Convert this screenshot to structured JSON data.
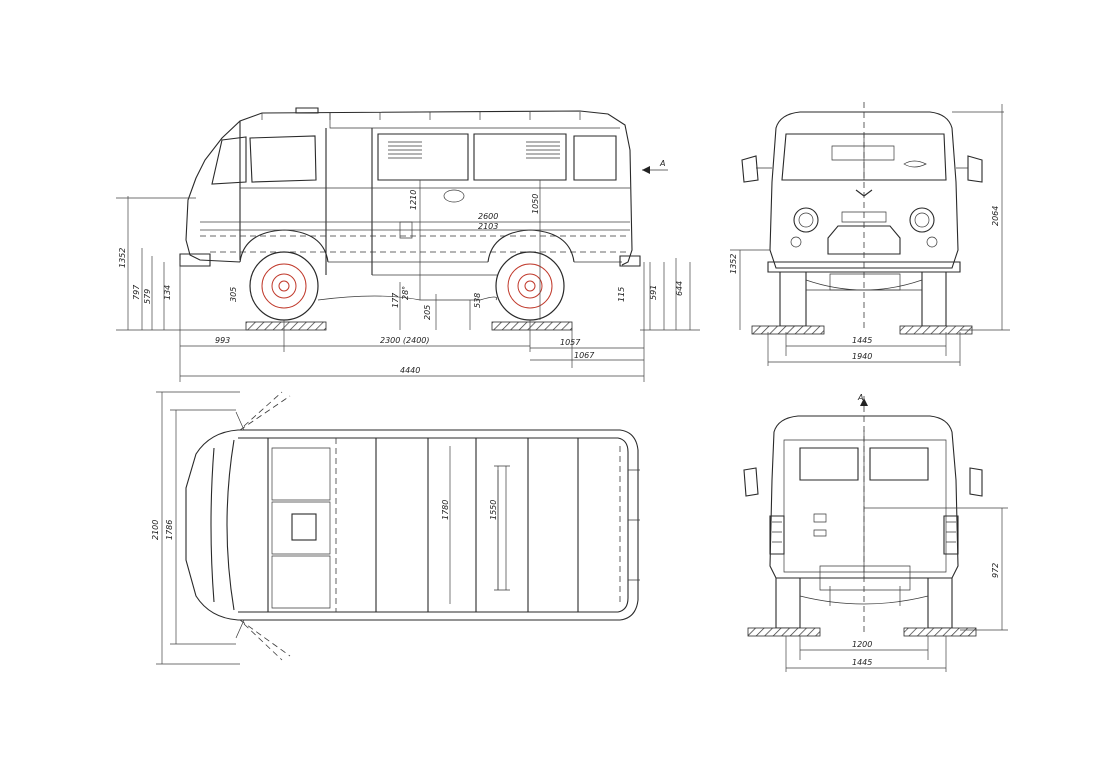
{
  "side_view": {
    "dim_wheelbase": "2300 (2400)",
    "dim_overall_length": "4440",
    "dim_front_overhang": "993",
    "dim_rear_track": "1057",
    "dim_rear_overhang": "1067",
    "dim_body_length": "2600",
    "dim_cab_len": "2103",
    "dim_height_1": "1352",
    "dim_h_a": "797",
    "dim_h_b": "579",
    "dim_h_c": "134",
    "dim_h_d": "305",
    "dim_h_e": "177",
    "dim_h_f": "205",
    "dim_h_g": "538",
    "dim_h_h": "591",
    "dim_h_i": "644",
    "dim_h_j": "115",
    "dim_mid_1": "1210",
    "dim_mid_2": "1050",
    "dim_ang": "28°",
    "arrow_label": "A"
  },
  "front_view": {
    "dim_height": "2064",
    "dim_track": "1445",
    "dim_width": "1940",
    "dim_side_h": "1352"
  },
  "top_view": {
    "dim_width_1": "2100",
    "dim_width_2": "1786",
    "dim_inner_1": "1780",
    "dim_inner_2": "1550"
  },
  "rear_view": {
    "dim_height": "972",
    "dim_track": "1445",
    "dim_inner": "1200",
    "arrow_label": "A"
  }
}
